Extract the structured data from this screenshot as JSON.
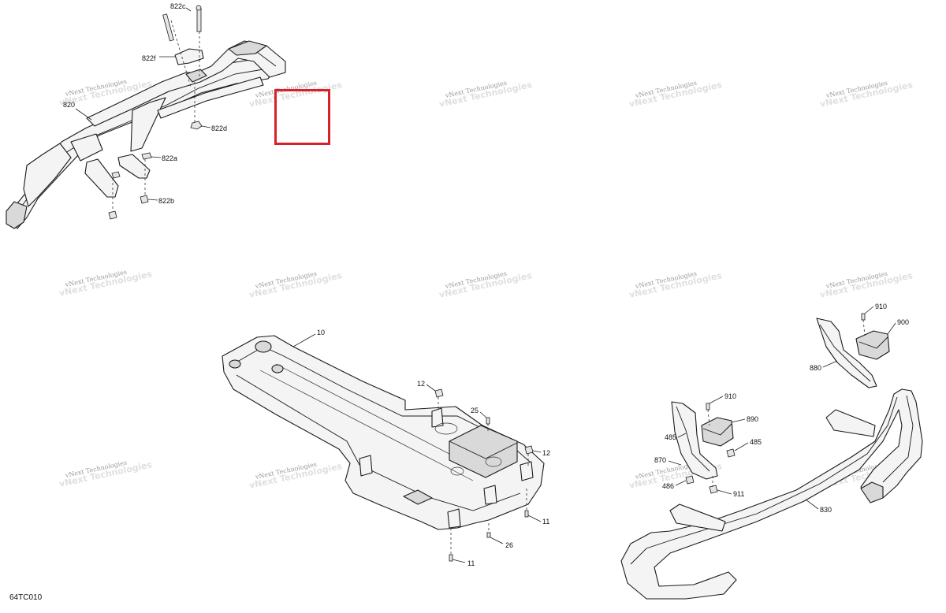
{
  "diagram_code": "64TC010",
  "watermark": {
    "line1": "vNext Technologies",
    "line2": "vNext Technologies"
  },
  "highlight_color": "#d92128",
  "callouts": {
    "c822c": "822c",
    "c822f": "822f",
    "c820": "820",
    "c822d": "822d",
    "c822a": "822a",
    "c822b": "822b",
    "c10": "10",
    "c12a": "12",
    "c12b": "12",
    "c25": "25",
    "c11a": "11",
    "c11b": "11",
    "c26": "26",
    "c910a": "910",
    "c900": "900",
    "c880": "880",
    "c910b": "910",
    "c890": "890",
    "c485a": "485",
    "c485b": "485",
    "c870": "870",
    "c486": "486",
    "c911": "911",
    "c830": "830"
  }
}
